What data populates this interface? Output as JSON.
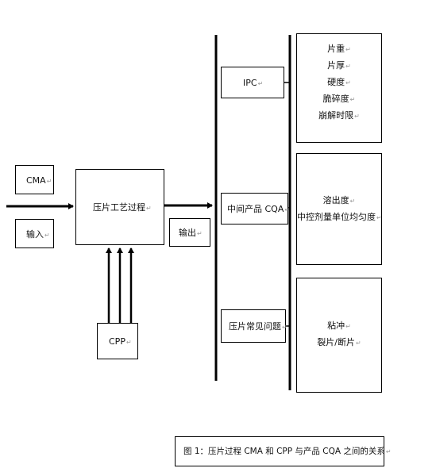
{
  "diagram": {
    "inputs": {
      "cma": "CMA",
      "input_label": "输入"
    },
    "process": "压片工艺过程",
    "output_label": "输出",
    "cpp": "CPP",
    "categories": {
      "ipc": "IPC",
      "intermediate_cqa": "中间产品 CQA",
      "common_issues": "压片常见问题"
    },
    "details": {
      "ipc_items": [
        "片重",
        "片厚",
        "硬度",
        "脆碎度",
        "崩解时限"
      ],
      "cqa_items": [
        "溶出度",
        "中控剂量单位均匀度"
      ],
      "issue_items": [
        "粘冲",
        "裂片/断片"
      ]
    },
    "caption": "图 1：压片过程 CMA 和 CPP 与产品 CQA 之间的关系"
  }
}
